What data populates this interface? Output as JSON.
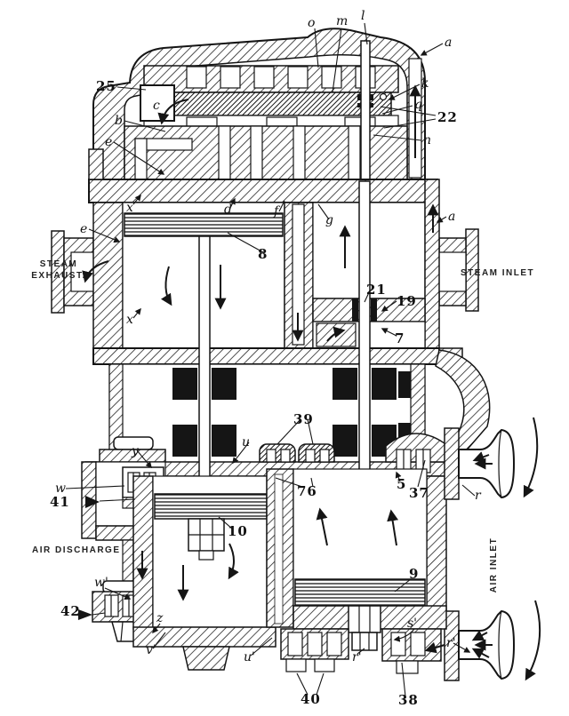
{
  "style": {
    "ink": "#151515",
    "paper": "#ffffff"
  },
  "port_labels": {
    "steam_exhaust_line1": "STEAM",
    "steam_exhaust_line2": "EXHAUST.",
    "steam_inlet": "STEAM INLET",
    "air_discharge": "AIR DISCHARGE",
    "air_inlet": "AIR INLET"
  },
  "part_numbers": {
    "n25": "25",
    "n22": "22",
    "n21": "21",
    "n19": "19",
    "n7": "7",
    "n8": "8",
    "n39": "39",
    "n76": "76",
    "n37": "37",
    "n5": "5",
    "n41": "41",
    "n42": "42",
    "n40": "40",
    "n38": "38",
    "n10": "10",
    "n9": "9"
  },
  "part_letters": {
    "o": "o",
    "m": "m",
    "l": "l",
    "a_top": "a",
    "k": "k",
    "q": "q",
    "n": "n",
    "b": "b",
    "c": "c",
    "e_top": "e",
    "e_left": "e",
    "x_upper": "x",
    "x_mid": "x",
    "d": "d",
    "f": "f",
    "g": "g",
    "a_right": "a",
    "u": "u",
    "y": "y",
    "w": "w",
    "r": "r",
    "z": "z",
    "w_prime": "w'",
    "v_prime": "v'",
    "u_prime": "u'",
    "r_prime": "r'",
    "r_prime_2": "r'",
    "s_prime": "s'"
  }
}
